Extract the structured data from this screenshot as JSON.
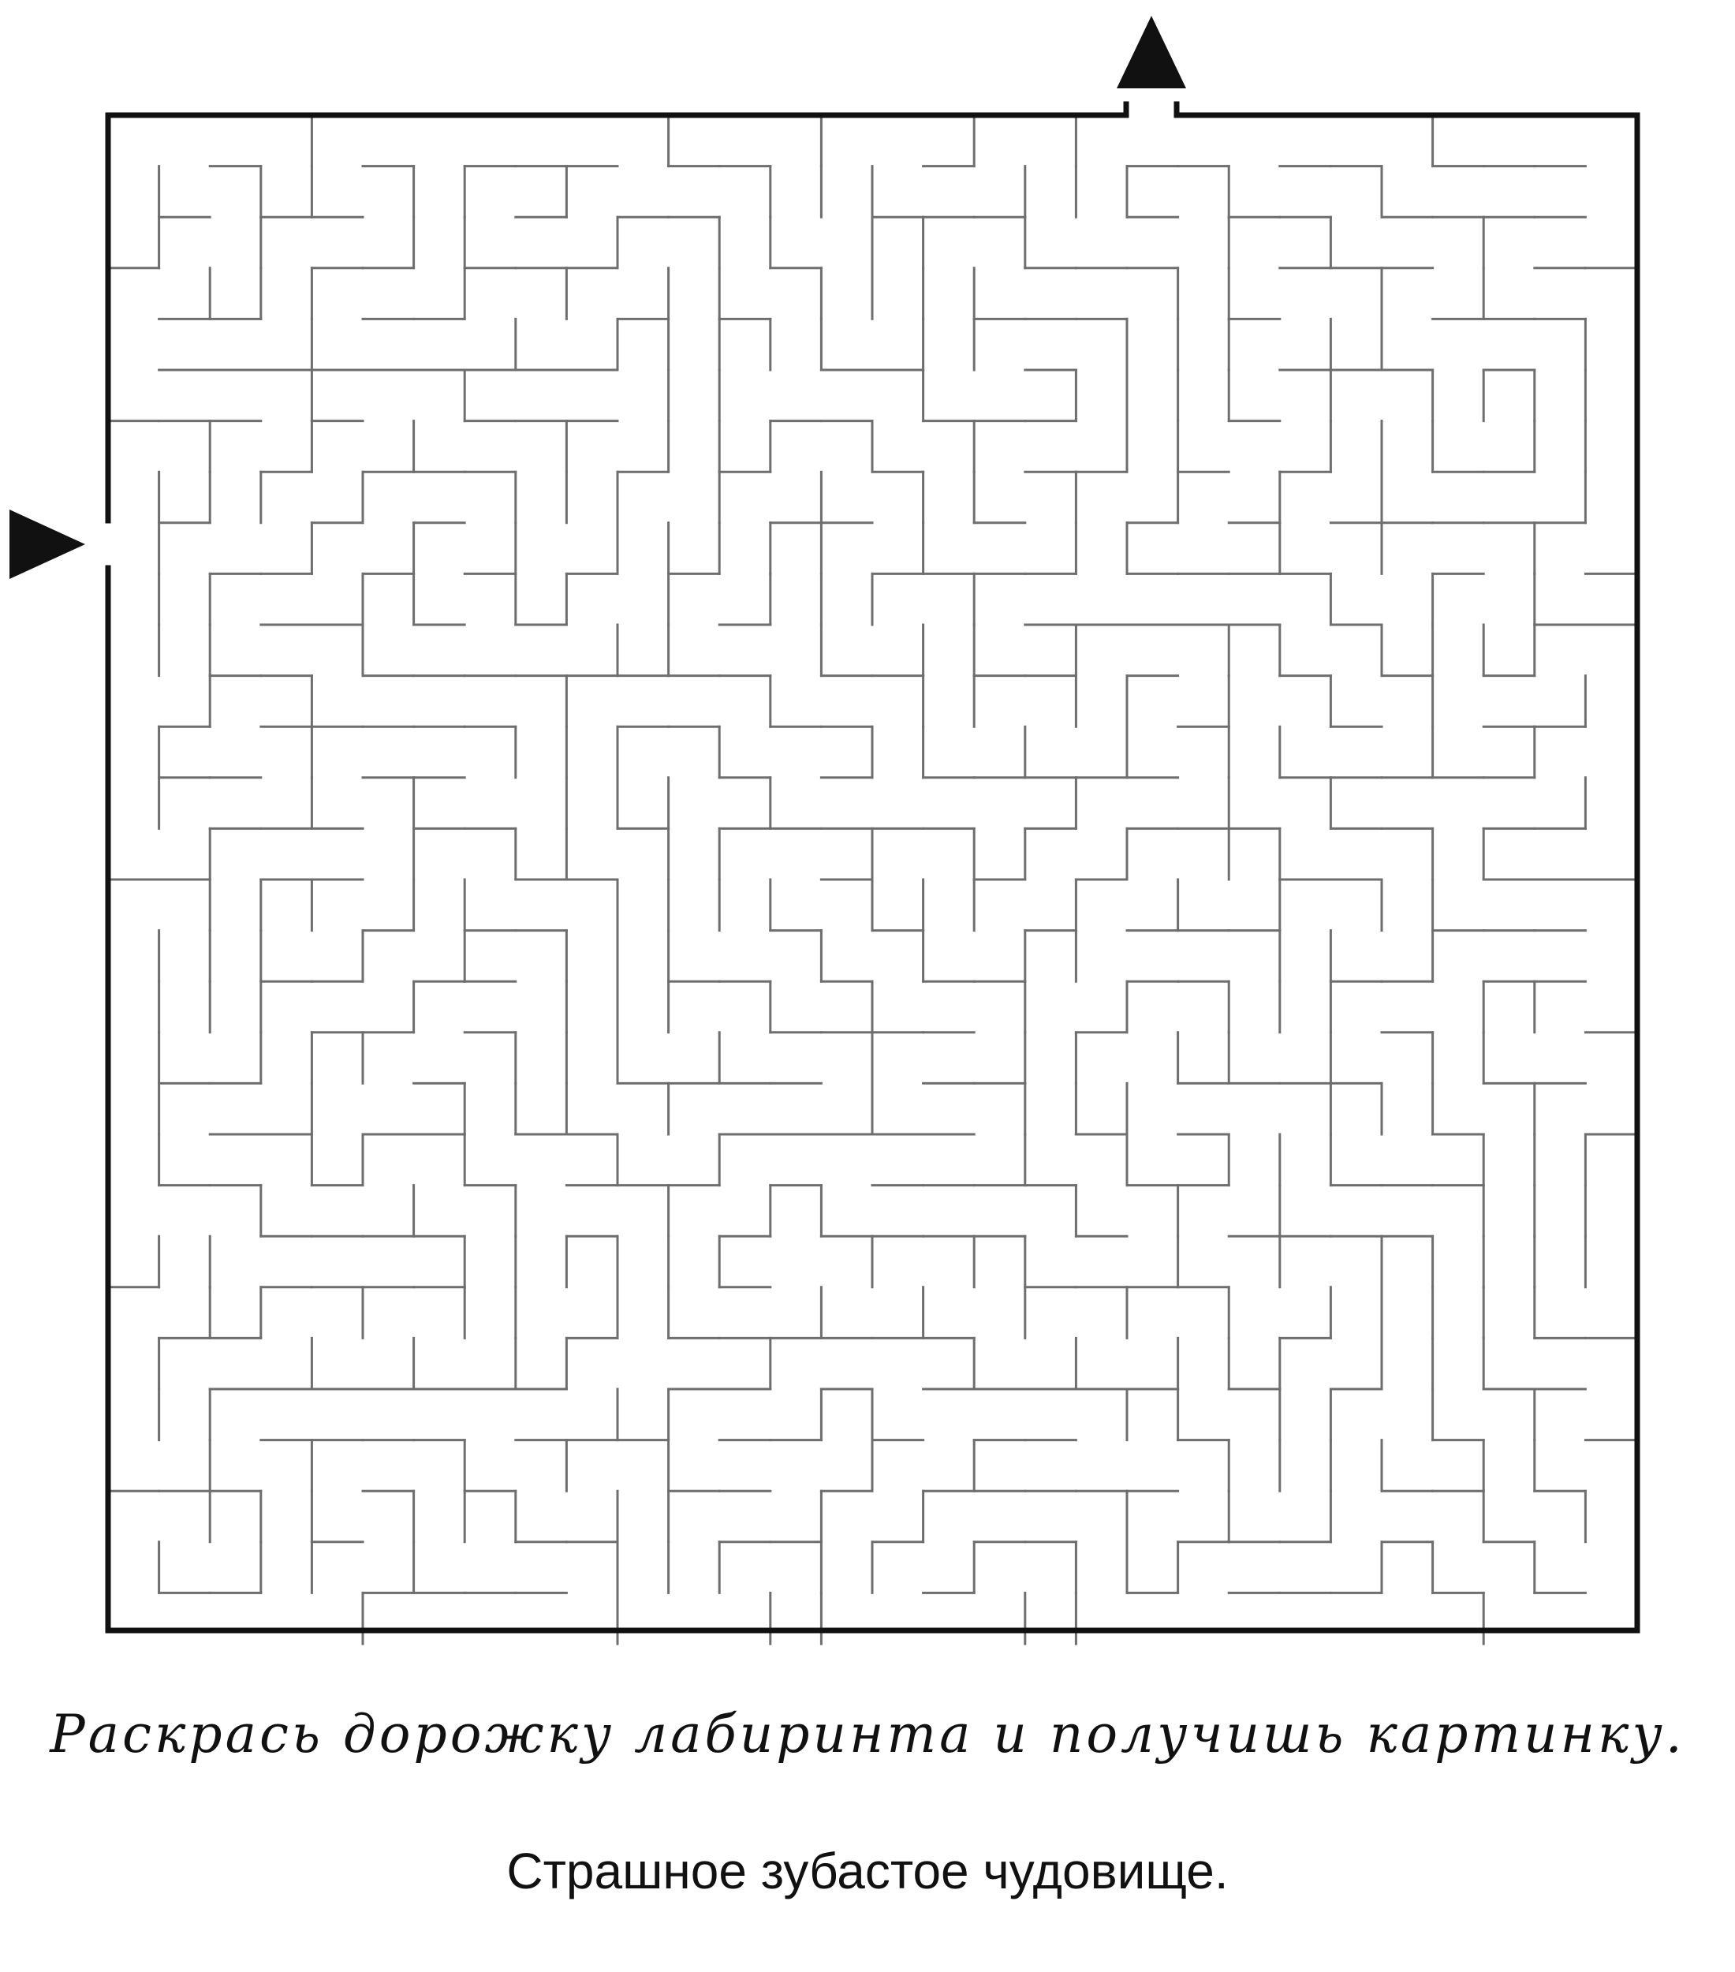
{
  "instruction": "Раскрась дорожку лабиринта и получишь картинку.",
  "caption": "Страшное зубастое чудовище.",
  "colors": {
    "ink": "#111111",
    "wall": "#6e6e6e",
    "background": "#ffffff"
  },
  "maze": {
    "entrance": "left",
    "exit": "top",
    "entrance_arrow_icon": "triangle-right-icon",
    "exit_arrow_icon": "triangle-up-icon"
  }
}
